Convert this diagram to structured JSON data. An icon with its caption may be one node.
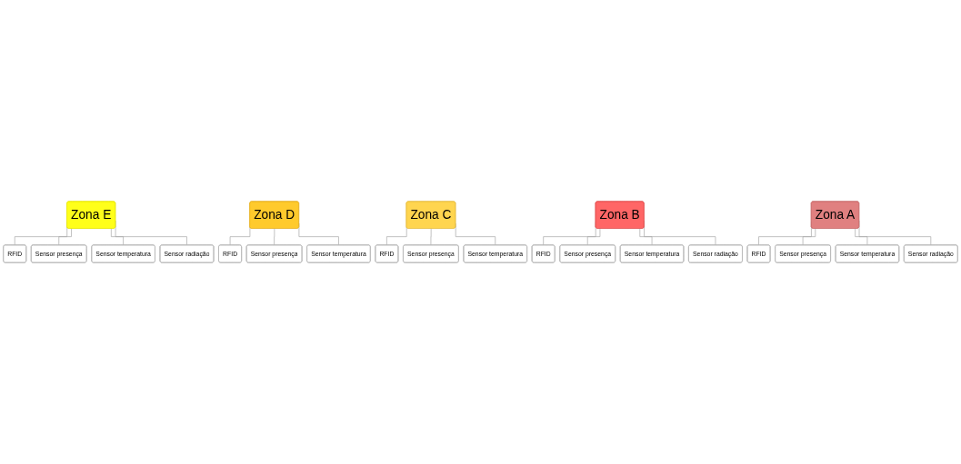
{
  "diagram": {
    "nodes": [
      {
        "text": [
          "Zona  E"
        ]
      },
      {
        "text": [
          "RFID"
        ]
      },
      {
        "text": [
          "Sensor presença"
        ]
      },
      {
        "text": [
          "Sensor temperatura"
        ]
      },
      {
        "text": [
          "Sensor radiação"
        ]
      },
      {
        "text": [
          "Zona  D"
        ]
      },
      {
        "text": [
          "RFID"
        ]
      },
      {
        "text": [
          "Sensor presença"
        ]
      },
      {
        "text": [
          "Sensor temperatura"
        ]
      },
      {
        "text": [
          "Zona  C"
        ]
      },
      {
        "text": [
          "RFID"
        ]
      },
      {
        "text": [
          "Sensor presença"
        ]
      },
      {
        "text": [
          "Sensor temperatura"
        ]
      },
      {
        "text": [
          "Zona  B"
        ]
      },
      {
        "text": [
          "RFID"
        ]
      },
      {
        "text": [
          "Sensor presença"
        ]
      },
      {
        "text": [
          "Sensor temperatura"
        ]
      },
      {
        "text": [
          "Sensor radiação"
        ]
      },
      {
        "text": [
          "Zona  A"
        ]
      },
      {
        "text": [
          "RFID"
        ]
      },
      {
        "text": [
          "Sensor presença"
        ]
      },
      {
        "text": [
          "Sensor temperatura"
        ]
      },
      {
        "text": [
          "Sensor radiação"
        ]
      }
    ],
    "edges": [
      {
        "from": 0,
        "to": 1,
        "arrow": "none"
      },
      {
        "from": 0,
        "to": 2,
        "arrow": "none"
      },
      {
        "from": 0,
        "to": 3,
        "arrow": "none"
      },
      {
        "from": 0,
        "to": 4,
        "arrow": "none"
      },
      {
        "from": 5,
        "to": 6,
        "arrow": "none"
      },
      {
        "from": 5,
        "to": 7,
        "arrow": "none"
      },
      {
        "from": 5,
        "to": 8,
        "arrow": "none"
      },
      {
        "from": 9,
        "to": 10,
        "arrow": "none"
      },
      {
        "from": 9,
        "to": 11,
        "arrow": "none"
      },
      {
        "from": 9,
        "to": 12,
        "arrow": "none"
      },
      {
        "from": 13,
        "to": 14,
        "arrow": "none"
      },
      {
        "from": 13,
        "to": 15,
        "arrow": "none"
      },
      {
        "from": 13,
        "to": 16,
        "arrow": "none"
      },
      {
        "from": 13,
        "to": 17,
        "arrow": "none"
      },
      {
        "from": 18,
        "to": 19,
        "arrow": "none"
      },
      {
        "from": 18,
        "to": 20,
        "arrow": "none"
      },
      {
        "from": 18,
        "to": 21,
        "arrow": "none"
      },
      {
        "from": 18,
        "to": 22,
        "arrow": "none"
      }
    ]
  }
}
